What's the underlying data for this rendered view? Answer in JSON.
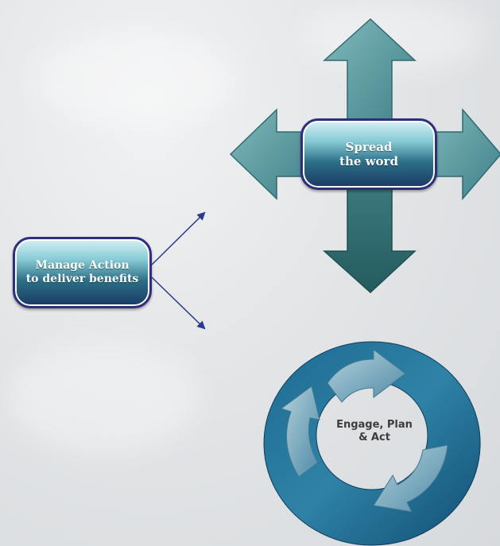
{
  "nodes": {
    "spread": {
      "line1": "Spread",
      "line2": "the word"
    },
    "manage": {
      "line1": "Manage Action",
      "line2": "to deliver benefits"
    },
    "cycle": {
      "line1": "Engage, Plan",
      "line2": "& Act"
    }
  },
  "colors": {
    "arrow_teal": "#4f9399",
    "arrow_dark": "#2e6a6e",
    "connector": "#2d3a8c",
    "pill_border": "#2d2f7a",
    "cycle_blue": "#1f6f96"
  },
  "icons": {
    "four_way_arrow": "four-way-arrow-icon",
    "cycle": "circular-arrows-icon"
  }
}
